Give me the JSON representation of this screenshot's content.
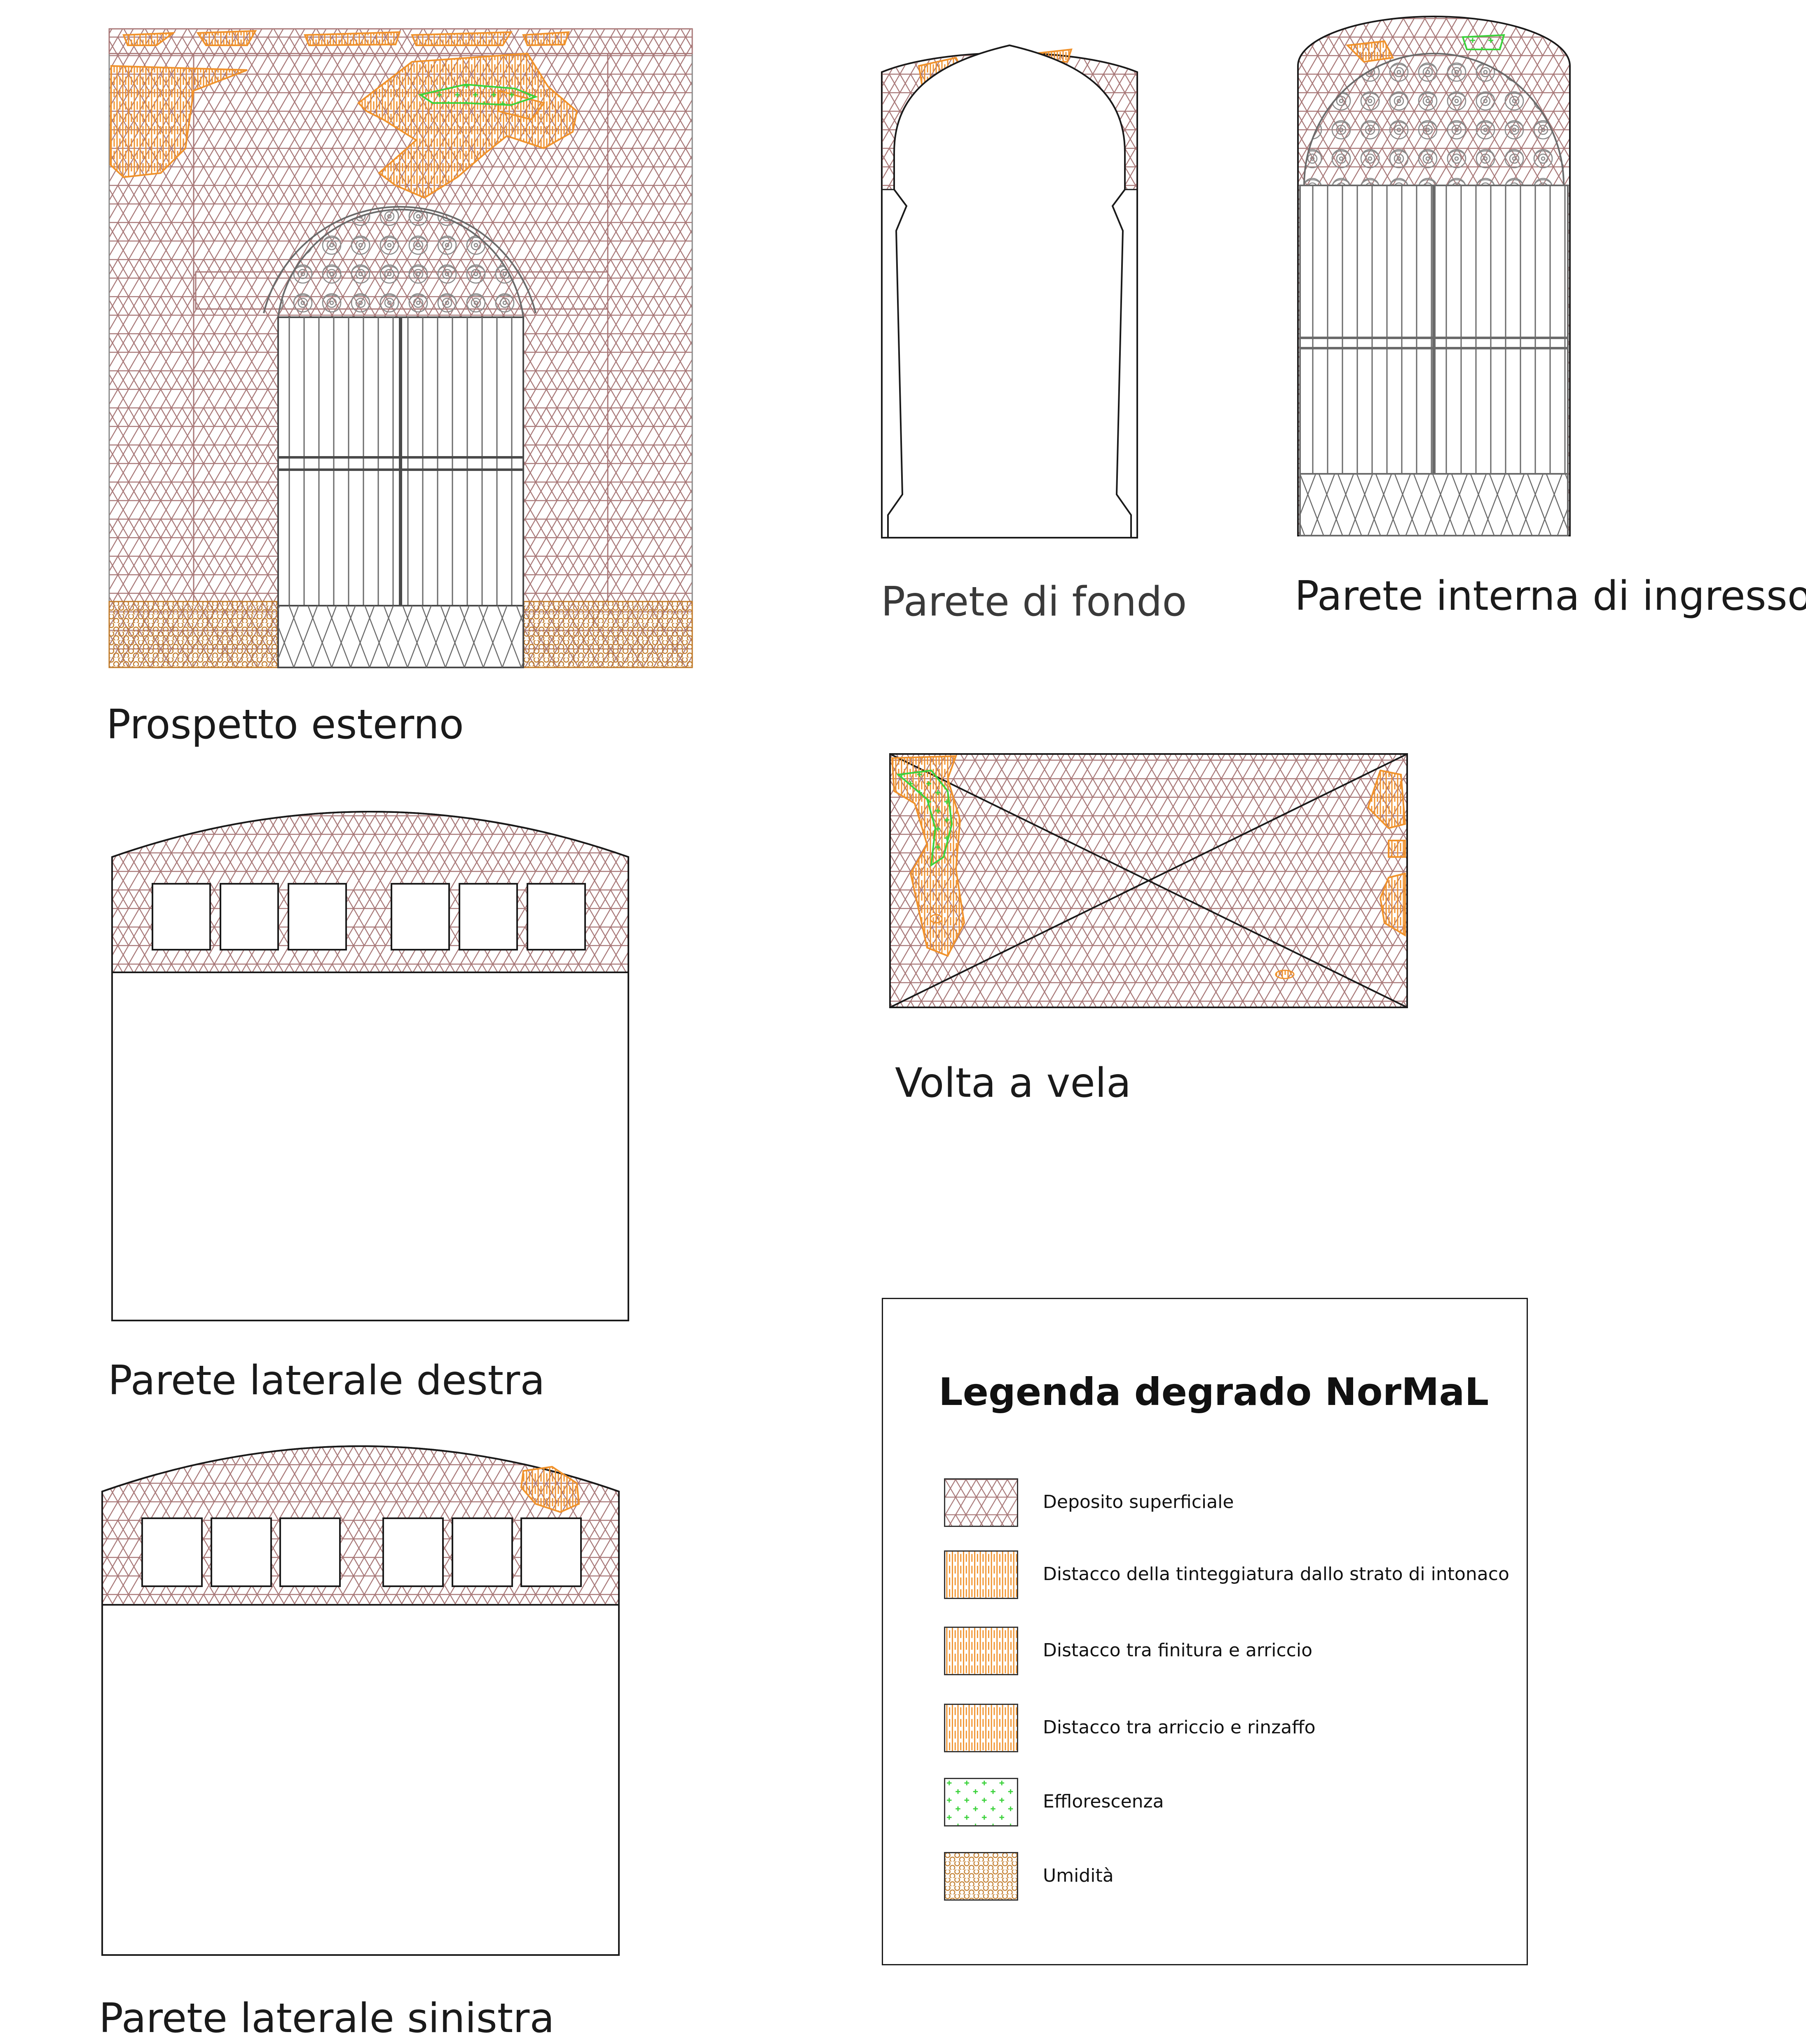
{
  "drawings": [
    {
      "id": "prospetto-esterno",
      "caption": "Prospetto esterno"
    },
    {
      "id": "parete-di-fondo",
      "caption": "Parete di fondo"
    },
    {
      "id": "parete-interna-di-ingresso",
      "caption": "Parete interna di ingresso"
    },
    {
      "id": "volta-a-vela",
      "caption": "Volta a vela"
    },
    {
      "id": "parete-laterale-destra",
      "caption": "Parete laterale destra"
    },
    {
      "id": "parete-laterale-sinistra",
      "caption": "Parete laterale sinistra"
    }
  ],
  "legend": {
    "title": "Legenda degrado  NorMaL",
    "items": [
      {
        "label": "Deposito superficiale",
        "pattern": "triangle-grid",
        "color": "#a87878"
      },
      {
        "label": "Distacco della tinteggiatura dallo strato di intonaco",
        "pattern": "vertical-hatch",
        "color": "#f0922c"
      },
      {
        "label": "Distacco tra finitura e arriccio",
        "pattern": "vertical-hatch",
        "color": "#f0922c"
      },
      {
        "label": "Distacco tra arriccio e rinzaffo",
        "pattern": "vertical-hatch",
        "color": "#f0922c"
      },
      {
        "label": "Efflorescenza",
        "pattern": "cross-dots",
        "color": "#3cd23c"
      },
      {
        "label": "Umidità",
        "pattern": "honeycomb",
        "color": "#c07a28"
      }
    ]
  },
  "colors": {
    "linework": "#1a1a1a",
    "deposit": "#a87878",
    "detachment": "#f0922c",
    "efflorescence": "#3cd23c",
    "humidity": "#c07a28",
    "ironwork": "#6a6a6a"
  }
}
